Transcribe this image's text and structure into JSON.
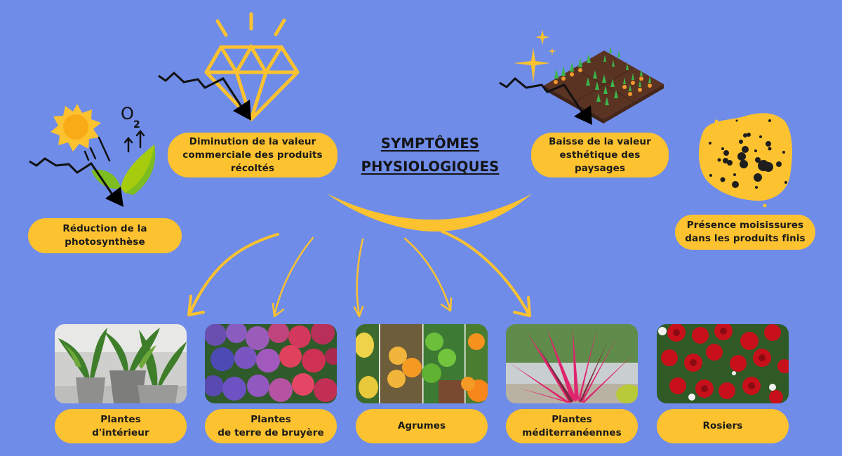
{
  "title": "SYMPTÔMES\nPHYSIOLOGIQUES",
  "colors": {
    "background": "#6f8ce8",
    "accent_yellow": "#fdc22f",
    "text_dark": "#1a1a1a",
    "decline_arrow": "#000000"
  },
  "symptoms": [
    {
      "id": "photosynthesis",
      "label": "Réduction de la\nphotosynthèse",
      "icon": "sun-leaf-o2-decline-icon"
    },
    {
      "id": "commercial",
      "label": "Diminution de la valeur\ncommerciale des produits\nrécoltés",
      "icon": "diamond-decline-icon"
    },
    {
      "id": "aesthetic",
      "label": "Baisse de la valeur\nesthétique des\npaysages",
      "icon": "garden-plot-decline-icon"
    },
    {
      "id": "mold",
      "label": "Présence moisissures\ndans les produits finis",
      "icon": "mold-blob-icon"
    }
  ],
  "o2_label": "O2",
  "categories": [
    {
      "id": "interior",
      "label": "Plantes\nd'intérieur",
      "image": "potted-palms-photo"
    },
    {
      "id": "heath",
      "label": "Plantes\nde terre de bruyère",
      "image": "hydrangeas-photo"
    },
    {
      "id": "citrus",
      "label": "Agrumes",
      "image": "citrus-fruits-photo"
    },
    {
      "id": "mediterranean",
      "label": "Plantes\nméditerranéennes",
      "image": "cordyline-photo"
    },
    {
      "id": "roses",
      "label": "Rosiers",
      "image": "red-roses-photo"
    }
  ]
}
